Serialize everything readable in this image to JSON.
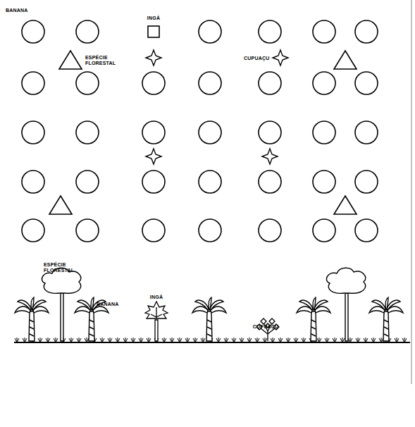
{
  "diagram": {
    "labels": [
      "BANANA",
      "INGÁ",
      "ESPÉCIE FLORESTAL",
      "CUPUAÇU",
      "ESPÉCIE FLORESTAL",
      "BANANA",
      "INGÁ",
      "CUPUAÇU"
    ]
  }
}
